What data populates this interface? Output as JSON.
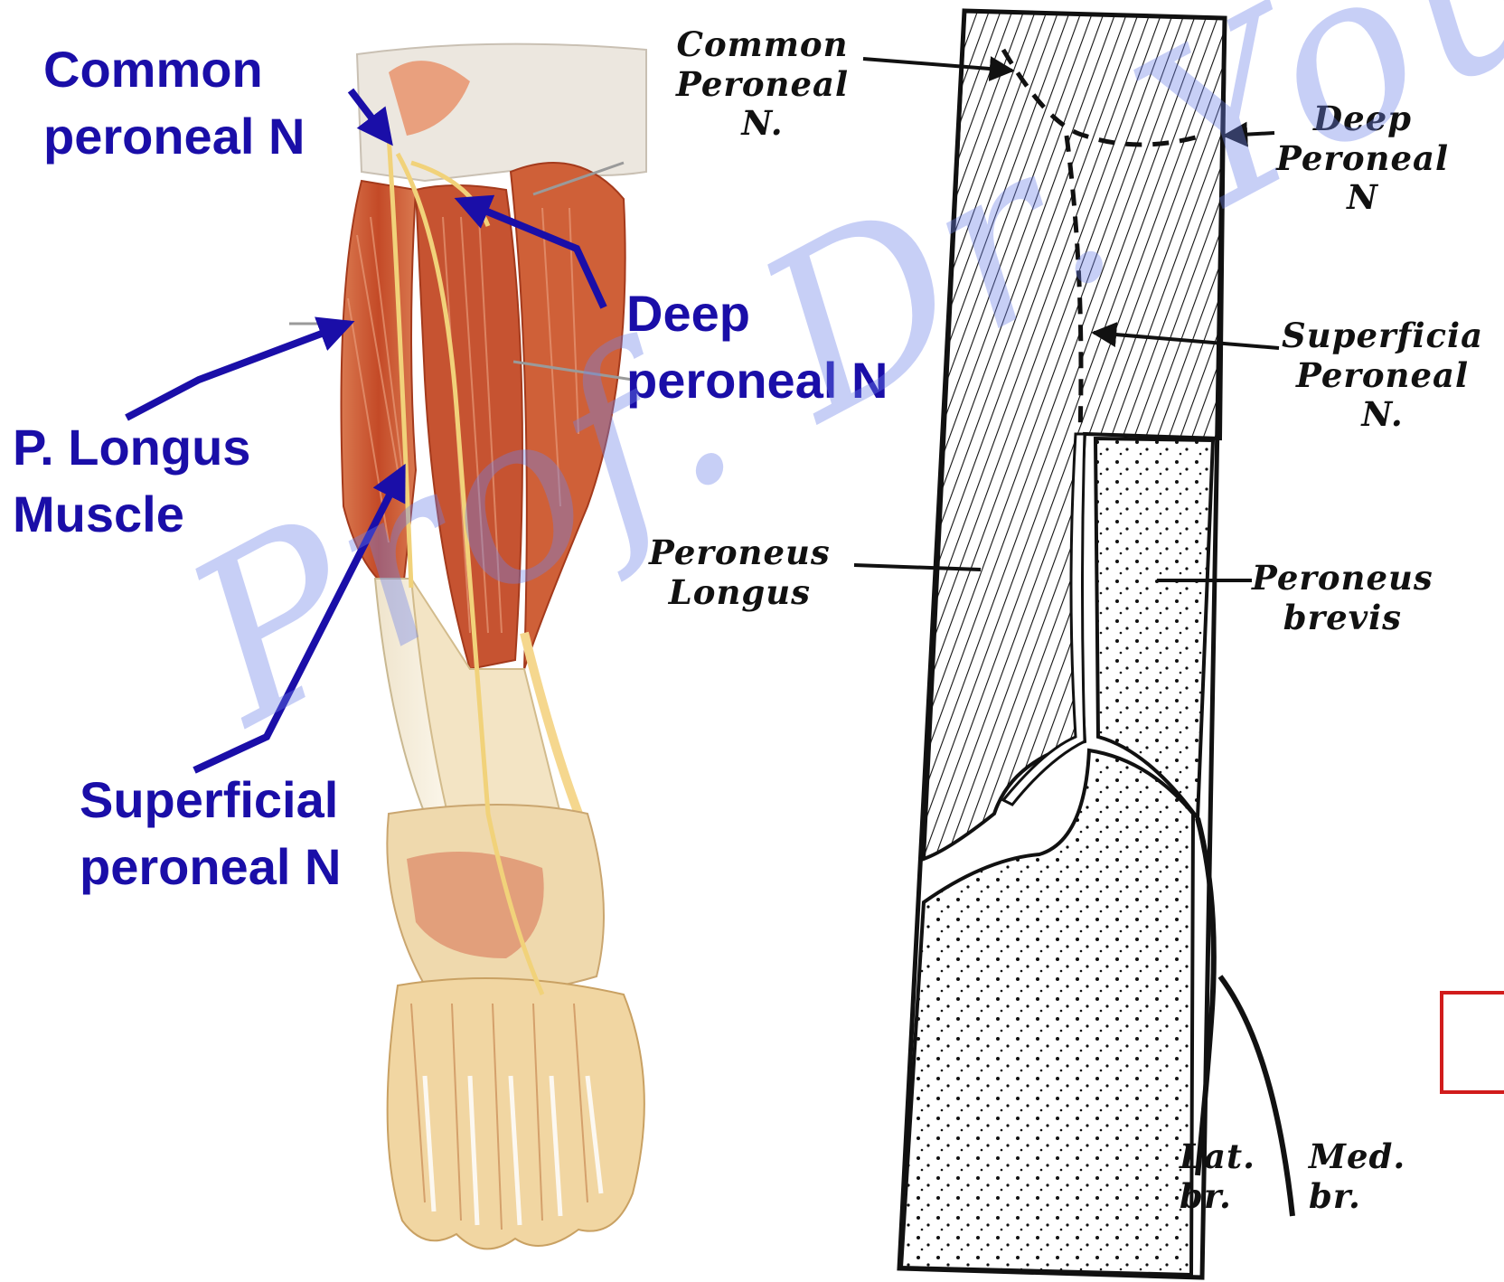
{
  "left_panel": {
    "labels": {
      "common_peroneal": "Common\nperoneal N",
      "deep_peroneal": "Deep\nperoneal N",
      "p_longus": "P. Longus\nMuscle",
      "superficial_peroneal": "Superficial\nperoneal N"
    },
    "label_color": "#1a0ea8"
  },
  "right_panel": {
    "labels": {
      "common_peroneal": "Common\nPeroneal\nN.",
      "deep_peroneal": "Deep\nPeroneal\nN",
      "superficial_peroneal": "Superficia\nPeroneal\nN.",
      "peroneus_longus": "Peroneus\nLongus",
      "peroneus_brevis": "Peroneus\nbrevis",
      "lat_br": "Lat.\nbr.",
      "med_br": "Med.\nbr."
    }
  },
  "watermark": "Prof. Dr. Youssef",
  "colors": {
    "muscle": "#c9542e",
    "tendon": "#f2dfb8",
    "nerve": "#e8c66a",
    "watermark": "#6f82ea",
    "red_box": "#d11c1c"
  }
}
